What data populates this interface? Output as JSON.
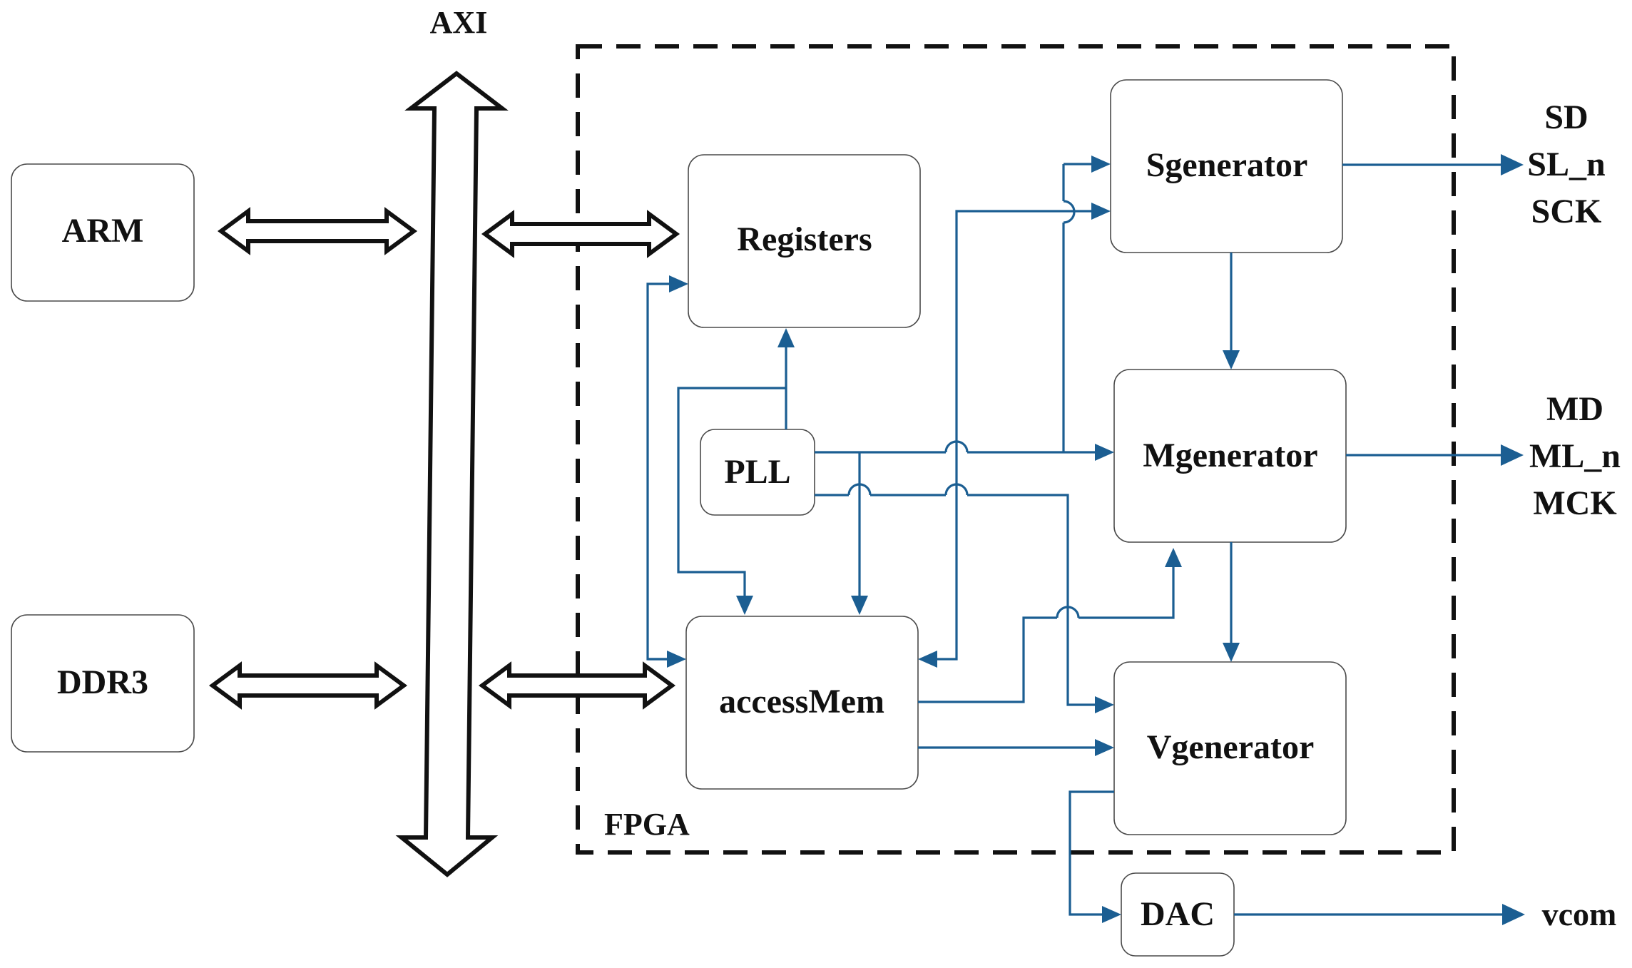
{
  "bus": {
    "label": "AXI"
  },
  "fpga": {
    "label": "FPGA"
  },
  "blocks": {
    "arm": "ARM",
    "ddr3": "DDR3",
    "registers": "Registers",
    "pll": "PLL",
    "accessmem": "accessMem",
    "sgenerator": "Sgenerator",
    "mgenerator": "Mgenerator",
    "vgenerator": "Vgenerator",
    "dac": "DAC"
  },
  "outputs": {
    "s": [
      "SD",
      "SL_n",
      "SCK"
    ],
    "m": [
      "MD",
      "ML_n",
      "MCK"
    ],
    "dac": "vcom"
  },
  "colors": {
    "wire": "#1b5e92",
    "box_border": "#4a4a4a",
    "text": "#111111"
  }
}
